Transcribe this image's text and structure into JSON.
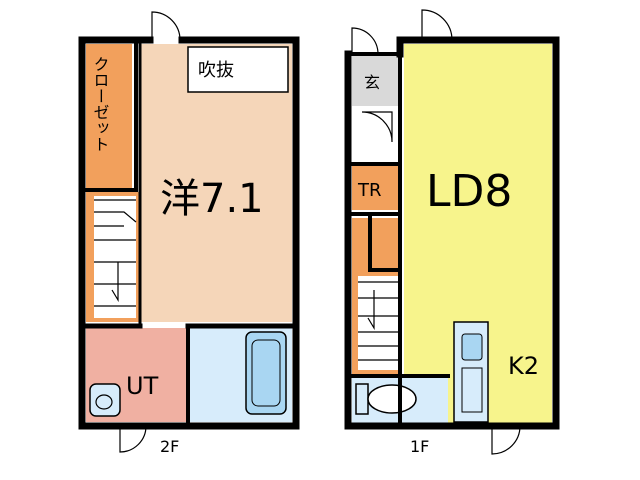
{
  "floors": {
    "second": {
      "floor_label": "2F",
      "rooms": {
        "western": "洋7.1",
        "closet": "クローゼット",
        "void": "吹抜",
        "utility": "UT"
      }
    },
    "first": {
      "floor_label": "1F",
      "rooms": {
        "living_dining": "LD8",
        "kitchen": "K2",
        "toilet_room": "TR",
        "entrance": "玄"
      }
    }
  },
  "colors": {
    "western_room": "#f5d6b9",
    "closet": "#f2a05c",
    "utility": "#f0b0a2",
    "bath": "#d7ecfb",
    "tub": "#a9d6f2",
    "living": "#f7f48c",
    "entrance": "#d9d9d9",
    "toilet_room": "#f2a05c",
    "wall": "#000000"
  }
}
